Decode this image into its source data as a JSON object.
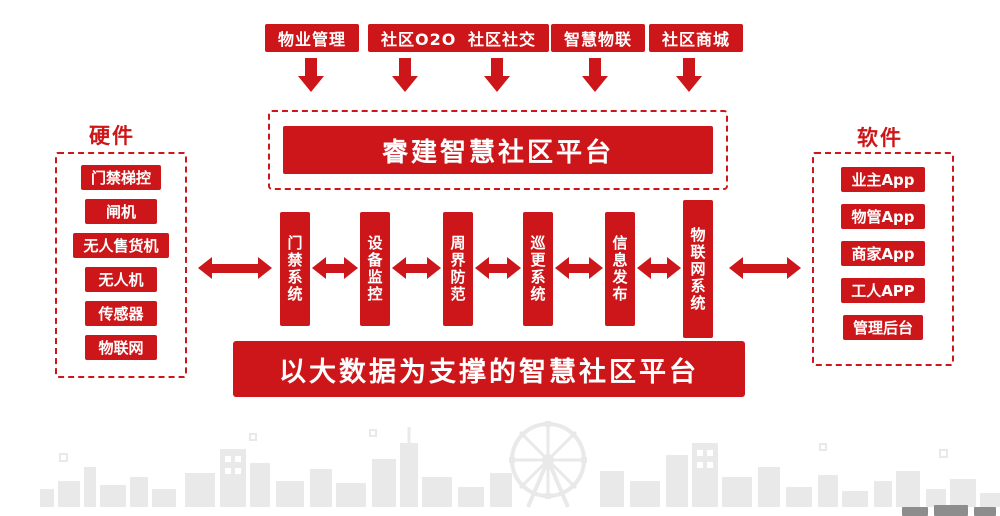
{
  "colors": {
    "primary_red": "#cd1619",
    "skyline_gray": "#e9e9e9"
  },
  "top_modules": [
    "物业管理",
    "社区O2O",
    "社区社交",
    "智慧物联",
    "社区商城"
  ],
  "platform_title": "睿建智慧社区平台",
  "hardware": {
    "title": "硬件",
    "items": [
      "门禁梯控",
      "闸机",
      "无人售货机",
      "无人机",
      "传感器",
      "物联网"
    ]
  },
  "software": {
    "title": "软件",
    "items": [
      "业主App",
      "物管App",
      "商家App",
      "工人APP",
      "管理后台"
    ]
  },
  "systems": [
    "门禁系统",
    "设备监控",
    "周界防范",
    "巡更系统",
    "信息发布",
    "物联网系统"
  ],
  "bottom_banner": "以大数据为支撑的智慧社区平台"
}
